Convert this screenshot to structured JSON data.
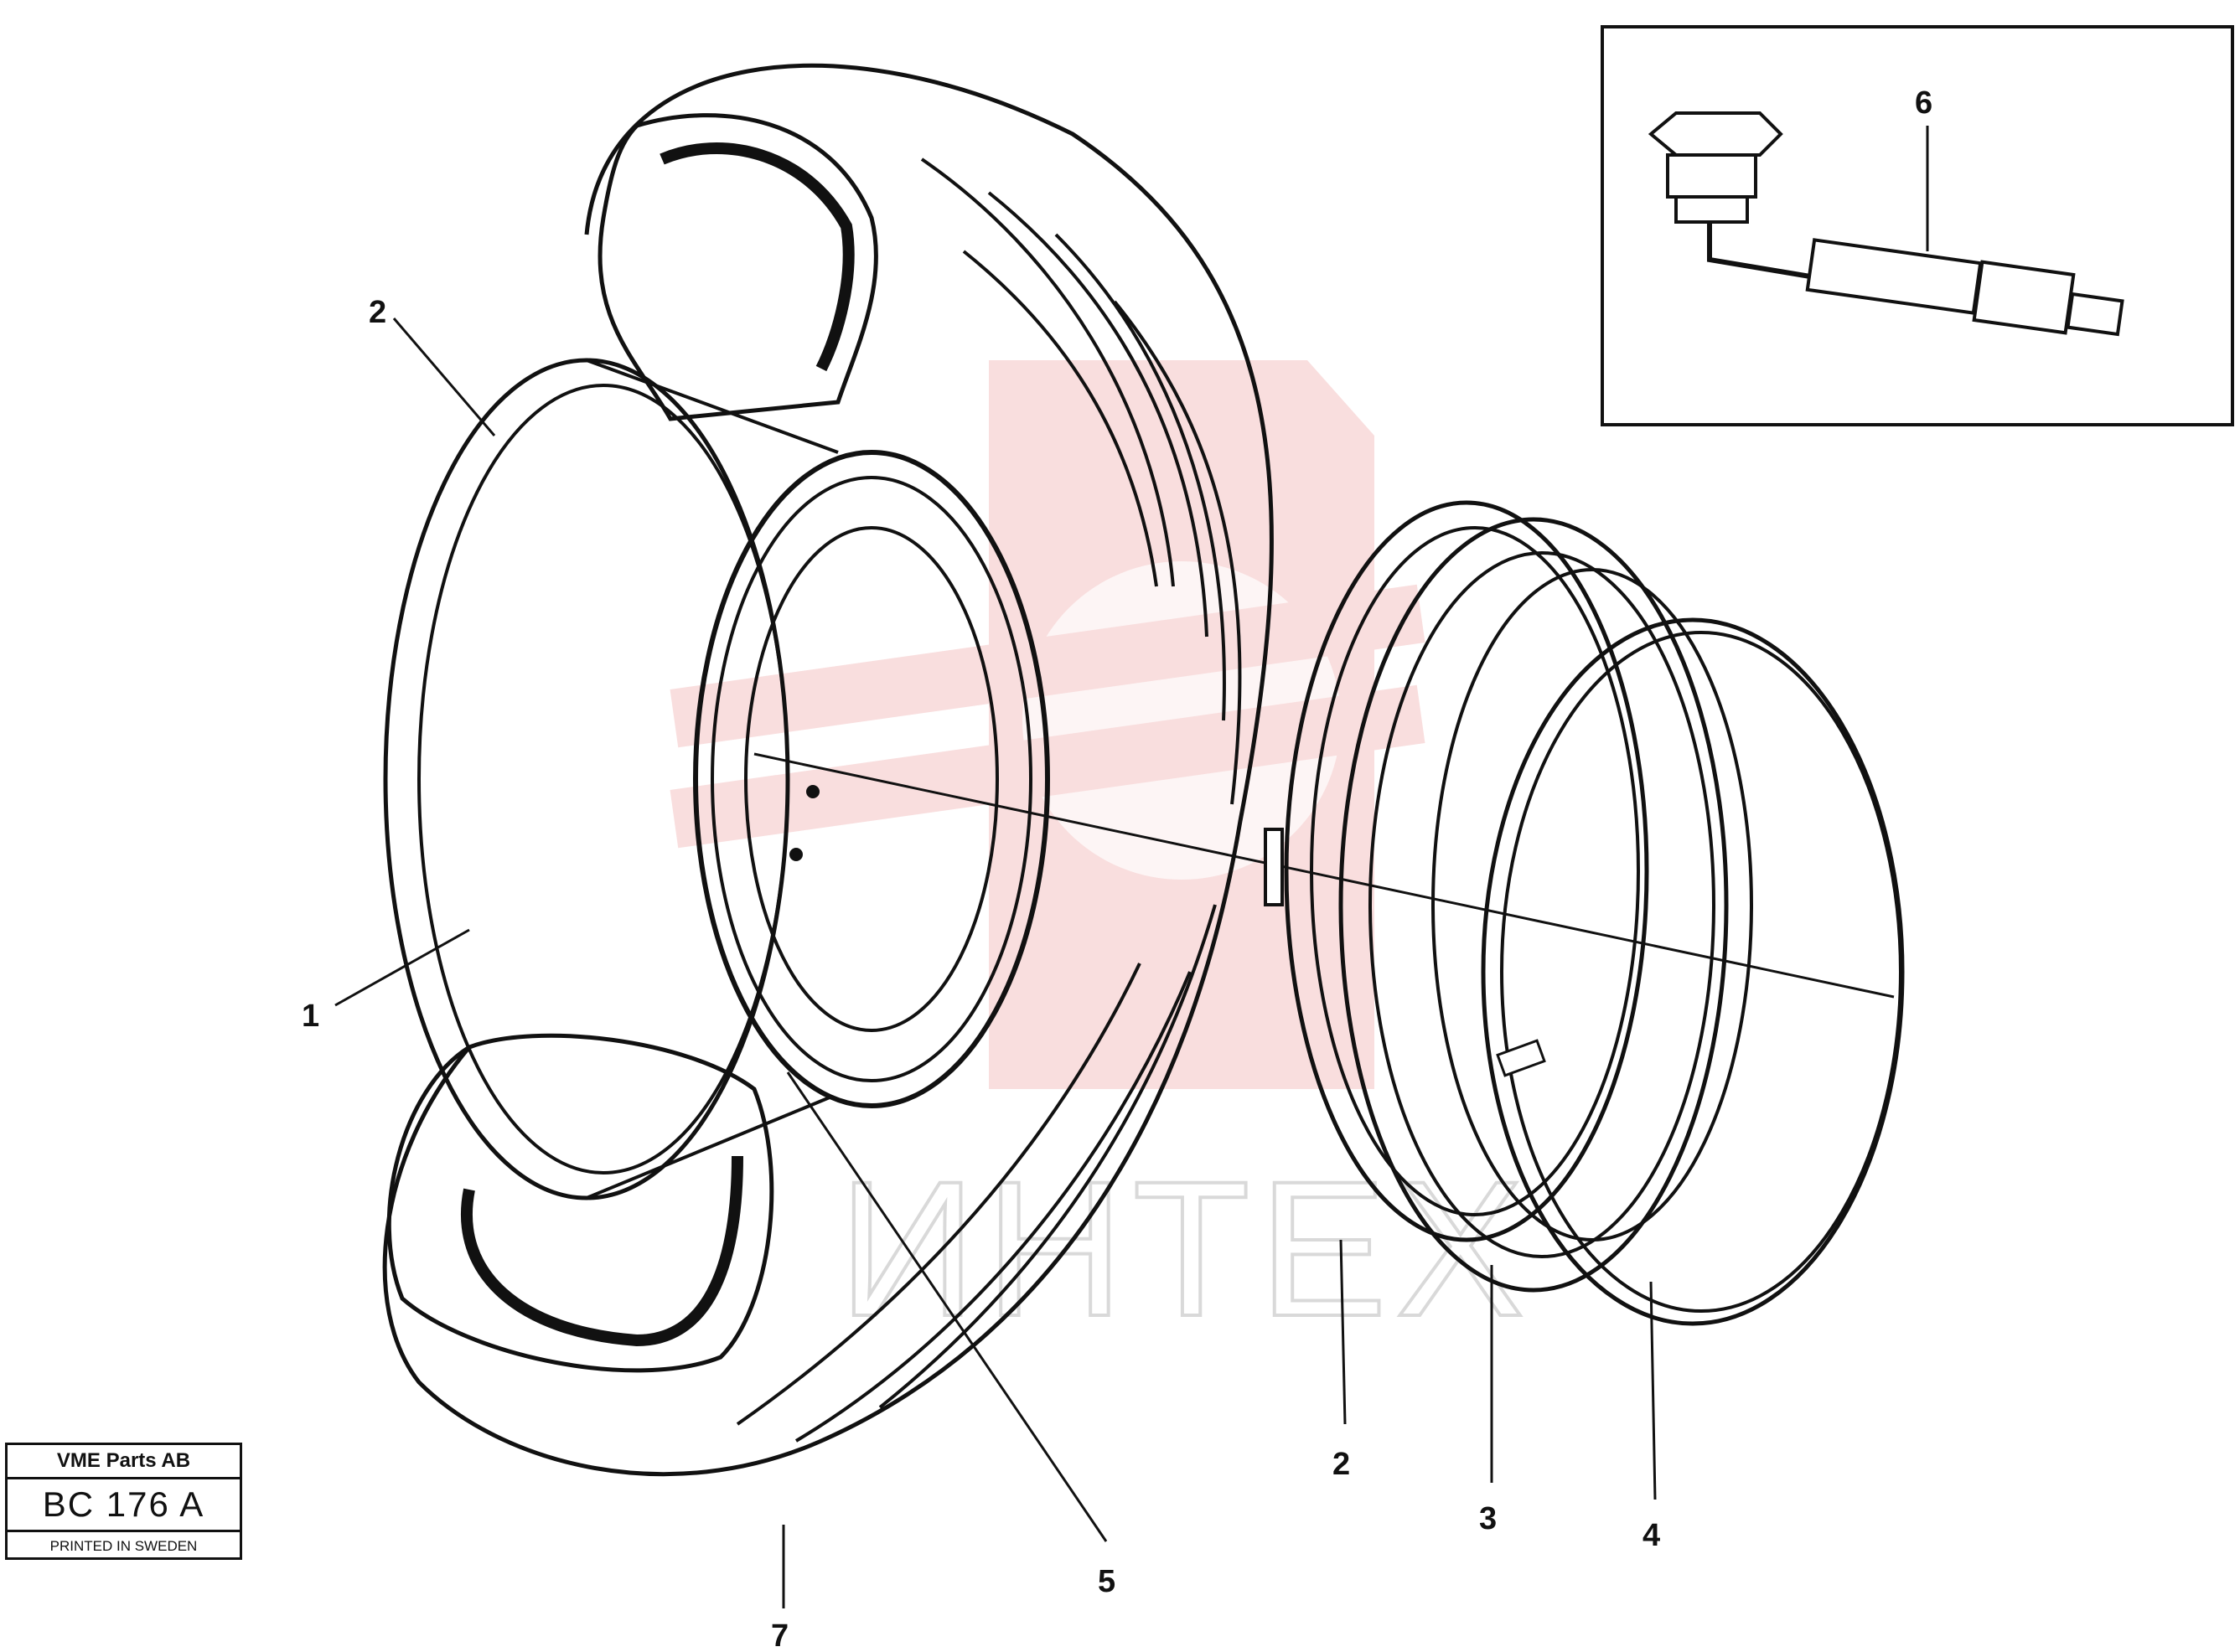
{
  "callouts": [
    {
      "id": "1",
      "label": "1"
    },
    {
      "id": "2a",
      "label": "2"
    },
    {
      "id": "2b",
      "label": "2"
    },
    {
      "id": "3",
      "label": "3"
    },
    {
      "id": "4",
      "label": "4"
    },
    {
      "id": "5",
      "label": "5"
    },
    {
      "id": "6",
      "label": "6"
    },
    {
      "id": "7",
      "label": "7"
    }
  ],
  "watermark": {
    "text": "ИНТЕХ",
    "color": "#e8a0a0"
  },
  "stamp": {
    "company": "VME Parts AB",
    "code": "BC 176 A",
    "printed": "PRINTED IN SWEDEN"
  },
  "colors": {
    "ink": "#111111",
    "logo": "#f2b8b8"
  }
}
